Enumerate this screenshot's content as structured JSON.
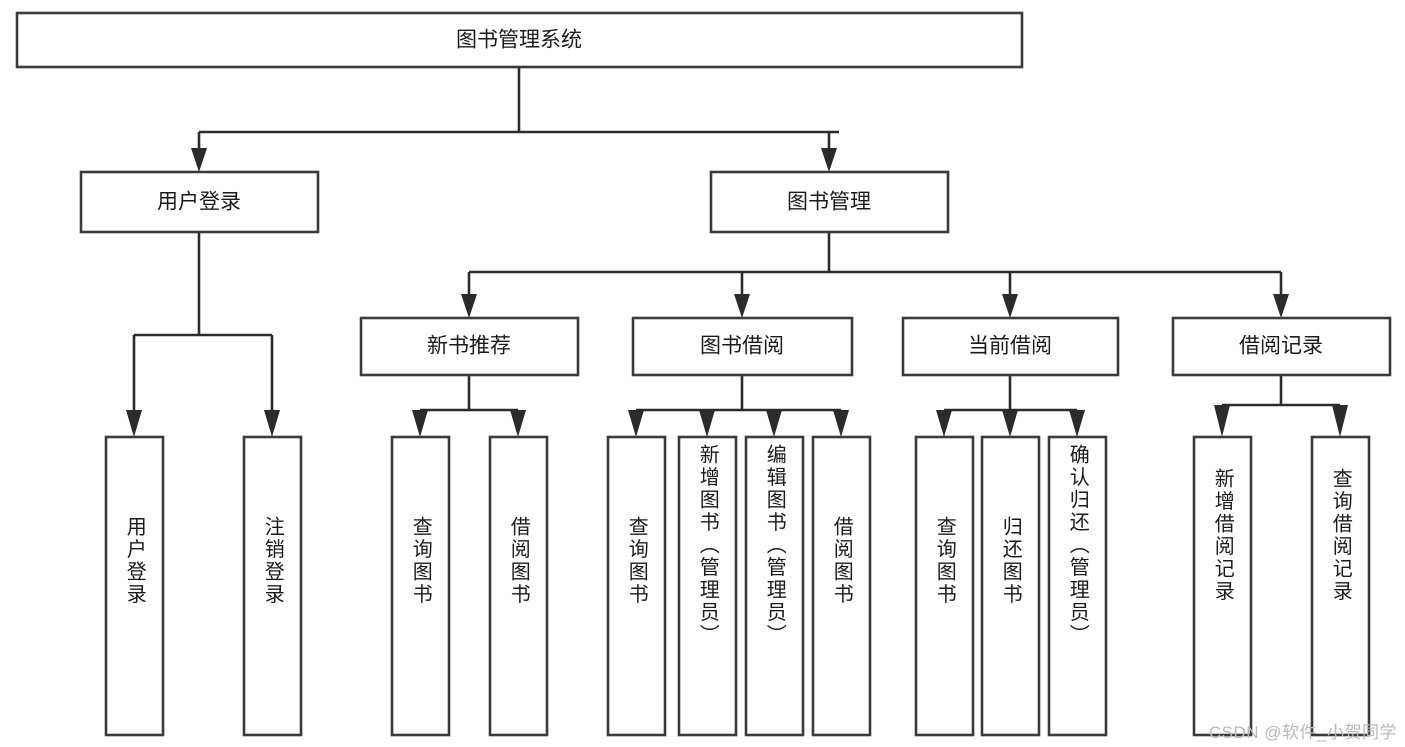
{
  "diagram": {
    "type": "tree",
    "title": "图书管理系统",
    "orientation": "top-down",
    "watermark": "CSDN @软件_小贺同学",
    "colors": {
      "background": "#ffffff",
      "box_stroke": "#3a3a3a",
      "edge": "#2b2b2b",
      "text": "#1b1b1b",
      "watermark": "#b9b9b9"
    },
    "levels": {
      "root": {
        "label": "图书管理系统"
      },
      "level2": [
        {
          "id": "user-login",
          "label": "用户登录"
        },
        {
          "id": "book-management",
          "label": "图书管理"
        }
      ],
      "level3": [
        {
          "id": "new-book-recommend",
          "label": "新书推荐",
          "parent": "book-management"
        },
        {
          "id": "book-borrow",
          "label": "图书借阅",
          "parent": "book-management"
        },
        {
          "id": "current-borrow",
          "label": "当前借阅",
          "parent": "book-management"
        },
        {
          "id": "borrow-record",
          "label": "借阅记录",
          "parent": "book-management"
        }
      ],
      "leaves": [
        {
          "id": "leaf-user-login",
          "label": "用户登录",
          "parent": "user-login"
        },
        {
          "id": "leaf-logout-login",
          "label": "注销登录",
          "parent": "user-login"
        },
        {
          "id": "leaf-query-book-1",
          "label": "查询图书",
          "parent": "new-book-recommend"
        },
        {
          "id": "leaf-borrow-book-1",
          "label": "借阅图书",
          "parent": "new-book-recommend"
        },
        {
          "id": "leaf-query-book-2",
          "label": "查询图书",
          "parent": "book-borrow"
        },
        {
          "id": "leaf-add-book",
          "label": "新增图书（管理员）",
          "parent": "book-borrow"
        },
        {
          "id": "leaf-edit-book",
          "label": "编辑图书（管理员）",
          "parent": "book-borrow"
        },
        {
          "id": "leaf-borrow-book-2",
          "label": "借阅图书",
          "parent": "book-borrow"
        },
        {
          "id": "leaf-query-book-3",
          "label": "查询图书",
          "parent": "current-borrow"
        },
        {
          "id": "leaf-return-book",
          "label": "归还图书",
          "parent": "current-borrow"
        },
        {
          "id": "leaf-confirm-return",
          "label": "确认归还（管理员）",
          "parent": "current-borrow"
        },
        {
          "id": "leaf-add-record",
          "label": "新增借阅记录",
          "parent": "borrow-record"
        },
        {
          "id": "leaf-query-record",
          "label": "查询借阅记录",
          "parent": "borrow-record"
        }
      ]
    }
  }
}
